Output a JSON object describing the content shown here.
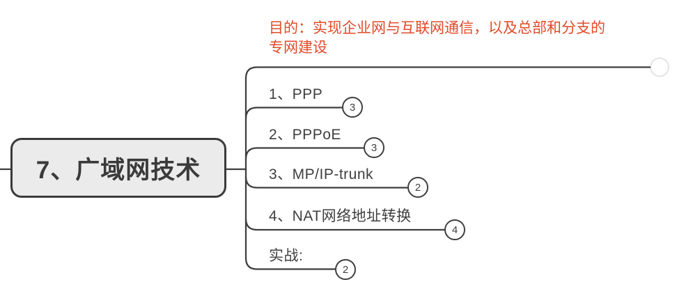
{
  "root": {
    "label": "7、广域网技术"
  },
  "note": {
    "line1": "目的：实现企业网与互联网通信，以及总部和分支的",
    "line2": "专网建设"
  },
  "branches": [
    {
      "label": "1、PPP",
      "badge": "3"
    },
    {
      "label": "2、PPPoE",
      "badge": "3"
    },
    {
      "label": "3、MP/IP-trunk",
      "badge": "2"
    },
    {
      "label": "4、NAT网络地址转换",
      "badge": "4"
    },
    {
      "label": "实战:",
      "badge": "2"
    }
  ],
  "colors": {
    "note_text": "#e14b28",
    "line": "#3f3f3f",
    "node_fill": "#ebebeb",
    "node_border": "#3a3a3a",
    "badge_fill": "#ffffff"
  }
}
